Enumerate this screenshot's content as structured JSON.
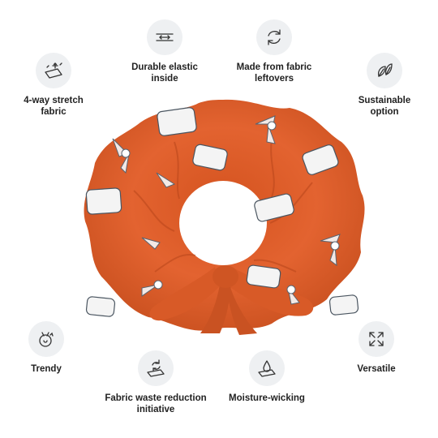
{
  "features": {
    "durable_elastic": {
      "label": "Durable elastic\ninside",
      "icon": "elastic-band-icon"
    },
    "fabric_leftovers": {
      "label": "Made from fabric\nleftovers",
      "icon": "recycle-arrows-icon"
    },
    "four_way_stretch": {
      "label": "4-way stretch\nfabric",
      "icon": "stretch-fabric-icon"
    },
    "sustainable": {
      "label": "Sustainable\noption",
      "icon": "leaves-icon"
    },
    "trendy": {
      "label": "Trendy",
      "icon": "trend-badge-icon"
    },
    "versatile": {
      "label": "Versatile",
      "icon": "expand-arrows-icon"
    },
    "waste_reduction": {
      "label": "Fabric waste reduction\ninitiative",
      "icon": "fabric-recycle-icon"
    },
    "moisture_wicking": {
      "label": "Moisture-wicking",
      "icon": "water-drop-icon"
    }
  },
  "colors": {
    "fabric": "#e1602c",
    "fabric_shadow": "#c44e20",
    "icon_bg": "#eef0f2",
    "text": "#222222"
  }
}
